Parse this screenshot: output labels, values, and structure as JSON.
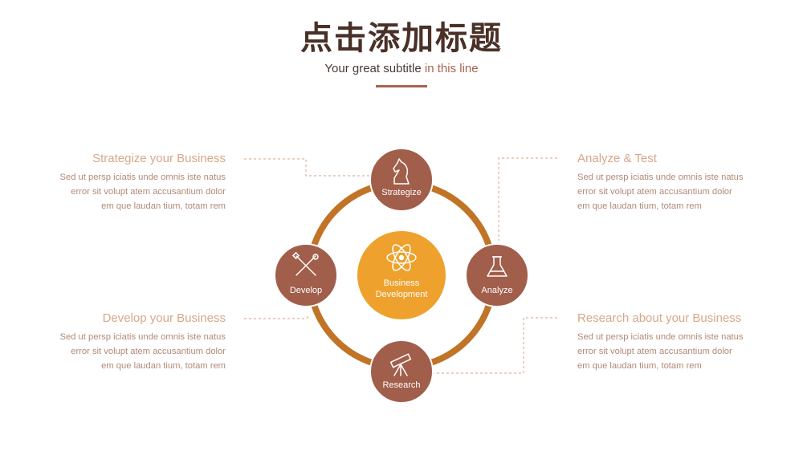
{
  "header": {
    "title": "点击添加标题",
    "subtitle_main": "Your great subtitle",
    "subtitle_accent": " in this line"
  },
  "center": {
    "line1": "Business",
    "line2": "Development"
  },
  "nodes": {
    "strategize": "Strategize",
    "develop": "Develop",
    "analyze": "Analyze",
    "research": "Research"
  },
  "blocks": {
    "top_left": {
      "title": "Strategize  your Business",
      "line1": "Sed ut persp iciatis unde omnis iste  natus",
      "line2": "error  sit volupt atem accusantium dolor",
      "line3": "em que laudan tium, totam rem"
    },
    "bottom_left": {
      "title": "Develop your Business",
      "line1": "Sed ut persp iciatis unde omnis iste  natus",
      "line2": "error  sit volupt atem accusantium dolor",
      "line3": "em que laudan tium, totam rem"
    },
    "top_right": {
      "title": "Analyze & Test",
      "line1": "Sed ut persp iciatis unde omnis iste  natus",
      "line2": "error  sit volupt atem accusantium dolor",
      "line3": "em que laudan tium, totam rem"
    },
    "bottom_right": {
      "title": "Research  about  your Business",
      "line1": "Sed ut persp iciatis unde omnis iste  natus",
      "line2": "error  sit volupt atem accusantium dolor",
      "line3": "em que laudan tium, totam rem"
    }
  },
  "colors": {
    "node": "#a15e4a",
    "ring": "#c17326",
    "center": "#eea12c",
    "connector": "#d9b49c",
    "title": "#4a3127",
    "accent": "#a9644f"
  },
  "icons": {
    "strategize": "chess-knight-icon",
    "develop": "tools-icon",
    "analyze": "flask-icon",
    "research": "telescope-icon",
    "center": "atom-icon"
  }
}
